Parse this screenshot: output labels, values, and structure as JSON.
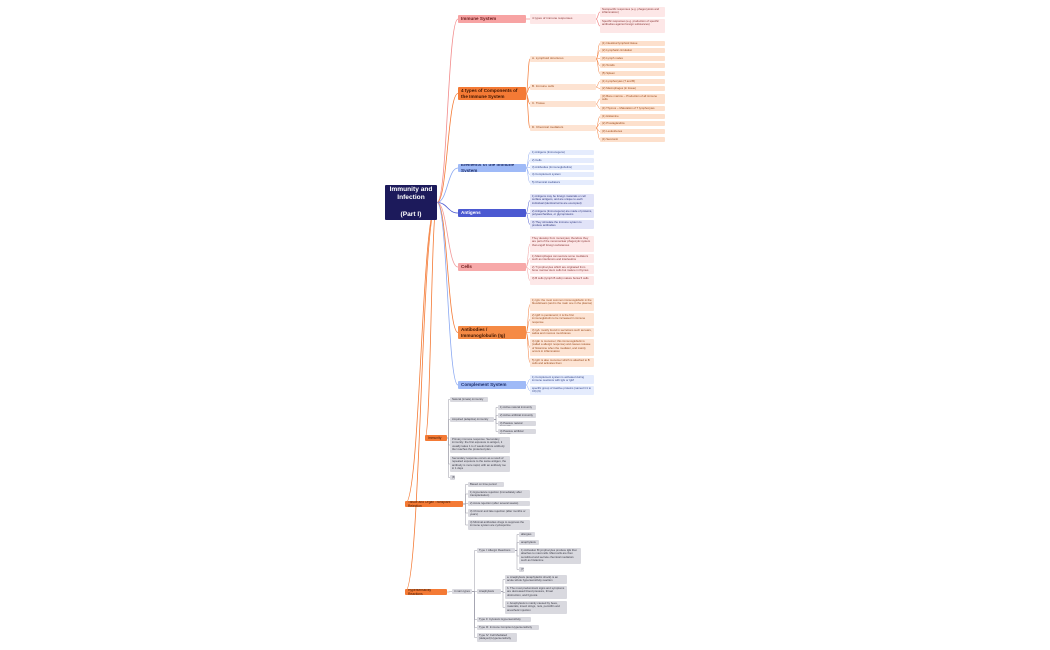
{
  "root": {
    "title": "Immunity and Infection\n\n(Part I)"
  },
  "colors": {
    "red": "#f28b8b",
    "orange": "#f47a35",
    "blue": "#8aa8f2",
    "indigo": "#4b59d1",
    "pink": "#f29a9a",
    "gray": "#9a9aa6"
  },
  "branches": {
    "immune": {
      "title": "Immune System",
      "sub": "4 types of immune responses",
      "leaves": [
        "Nonspecific responses (e.g. phagocytosis and inflammation)",
        "Specific responses (e.g. production of specific antibodies against foreign substances)"
      ]
    },
    "components": {
      "title": "4 types of Components of the Immune System",
      "subs": [
        "A. Lymphoid structures",
        "B. Immune cells",
        "C. Tissue",
        "D. Chemical mediators"
      ],
      "leaves": [
        "(1) Intestinal lymphoid tissue",
        "(2) Lymphatic circulation",
        "(3) Lymph nodes",
        "(4) Tonsils",
        "(5) Spleen",
        "(1) Lymphocytes (T and B)",
        "(2) Macrophages (in tissue)",
        "(3) Bone marrow -- Production of all immune cells",
        "(4) Thymus -- Maturation of T lymphocytes",
        "(1) Histamine",
        "(2) Prostaglandins",
        "(3) Leukotrienes",
        "(4) Serotonin"
      ]
    },
    "elements": {
      "title": "Elements of the Immune System",
      "leaves": [
        "1) Antigens (Immunogens)",
        "2) Cells",
        "3) Antibodies (Immunoglobulins)",
        "4) Complement system",
        "5) Chemical mediators"
      ]
    },
    "antigens": {
      "title": "Antigens",
      "leaves": [
        "1) Antigens may be foreign materials or cell surface antigens, and are unique to each individual (identical twins are exempted)",
        "2) Antigens (Immunogens) are made of proteins, polysaccharides, or glycoproteins",
        "3) They stimulate the immune system to produce antibodies"
      ]
    },
    "cells": {
      "title": "Cells",
      "leaves": [
        "They develop from monocytes; therefore they are part of the mononuclear phagocytic system that engulf foreign substances",
        "1) Macrophages can secrete some mediators such as interferons and interleukins",
        "2) T lymphocytes which are originated from bone marrow stem cells but mature in thymus",
        "3) B cells (lymph B cells) mature bursa 5 cells"
      ]
    },
    "antibodies": {
      "title": "Antibodies / Immunoglobulin (Ig)",
      "leaves": [
        "1) IgG: the most common immunoglobulin in the bloodstream (and is the main one in the plasma)",
        "2) IgM: is pentameric; it is the first immunoglobulin to be increased in immune response",
        "3) IgA: mostly found in secretions such as tears, saliva and mucous membranes",
        "4) IgE: is monomer; this immunoglobulin is (called a allergic response) and causes release of histamine when the mediator, and mainly occurs in inflammation",
        "5) IgD: is also monomer which is attached to B cells and activates them"
      ]
    },
    "complement": {
      "title": "Complement System",
      "leaves": [
        "1) Complement system is activated during immune reactions with IgG or IgM",
        "specific group of inactive proteins (named C1 to C9) (9)"
      ]
    },
    "immunity": {
      "title": "Immunity",
      "subs": [
        "Natural (innate) immunity",
        "Acquired (adaptive) immunity"
      ],
      "acquired": [
        "1) Active natural immunity",
        "2) Active artificial immunity",
        "3) Passive natural immunity",
        "4) Passive artificial immunity"
      ],
      "notes": [
        "Primary immune response: Secondary immunity: the first exposure to antigen, it usually takes 1 to 2 weeks before antibody titer reaches the protected plan.",
        "Secondary response occurs as a result of repeated exposure to the same antigen, the antibody is more rapid, with an antibody too in 1 days",
        "(6)"
      ]
    },
    "tissue": {
      "title": "Tissue and Organ Transplant Rejection",
      "leaves": [
        "Based on time period",
        "1) Hyperacute rejection (immediately after transplantation)",
        "2) Acute rejection (after several weeks)",
        "3) Chronic and late rejection (after months or years)",
        "4) Minimal antibodies drugs to suppress the immune system are cyclosporine"
      ]
    },
    "hyper": {
      "title": "Hypersensitivity Reactions",
      "sub": "4 main types",
      "type1": "Type I: Allergic Reactions",
      "type1Leaves": [
        "allergies",
        "anaphylaxis",
        "1) Activation B lymphocytes produce IgE that attaches to mast cells. Mast cells are then sensitized and secrete chemical mediators such as histamine",
        "(7)"
      ],
      "anaph": "Anaphylaxis",
      "anaphLeaves": [
        "a. Anaphylaxis (anaphylactic shock) is an acute whole hypersensitivity reaction",
        "b. The most predominant signs and symptoms are decreased blood pressure, throat obstruction, and hypoxia",
        "c. Anaphylaxis is mainly caused by bees, materials, insect stings, nuts, penicillin and anesthetic injection"
      ],
      "types": [
        "Type II: Cytotoxic Hypersensitivity",
        "Type III: Immune Complex Hypersensitivity",
        "Type IV: Cell Mediated (delayed) Hypersensitivity"
      ]
    }
  }
}
